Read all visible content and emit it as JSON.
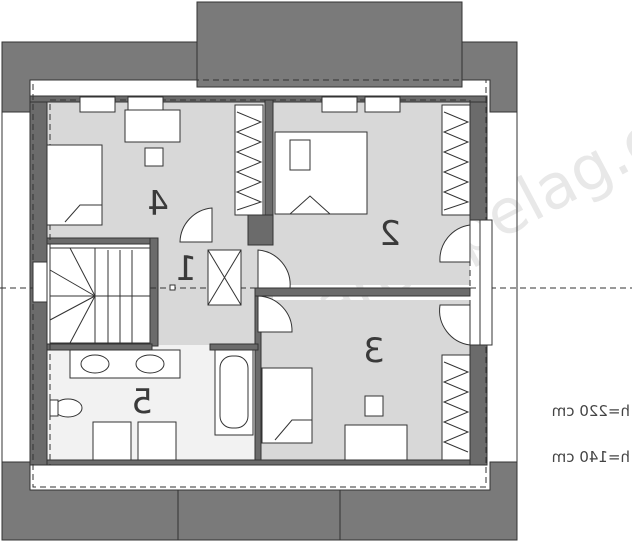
{
  "rooms": [
    {
      "number": "4"
    },
    {
      "number": "2"
    },
    {
      "number": "1"
    },
    {
      "number": "3"
    },
    {
      "number": "5"
    }
  ],
  "dimensions": {
    "height_high": "h=220 cm",
    "height_low": "h=140 cm"
  },
  "watermark": "archipelag.com",
  "colors": {
    "wall": "#6b6b6b",
    "roof": "#7a7a7a",
    "floor": "#d8d8d8",
    "floor_light": "#f2f2f2"
  }
}
